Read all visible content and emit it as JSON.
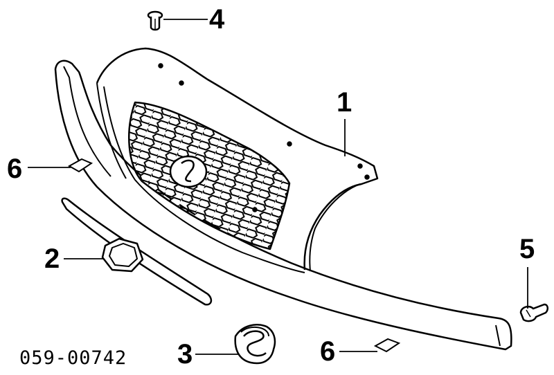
{
  "diagram": {
    "callouts": [
      {
        "id": "c1",
        "label": "1"
      },
      {
        "id": "c2",
        "label": "2"
      },
      {
        "id": "c3",
        "label": "3"
      },
      {
        "id": "c4",
        "label": "4"
      },
      {
        "id": "c5",
        "label": "5"
      },
      {
        "id": "c6a",
        "label": "6"
      },
      {
        "id": "c6b",
        "label": "6"
      }
    ],
    "part_code": "059-00742"
  }
}
